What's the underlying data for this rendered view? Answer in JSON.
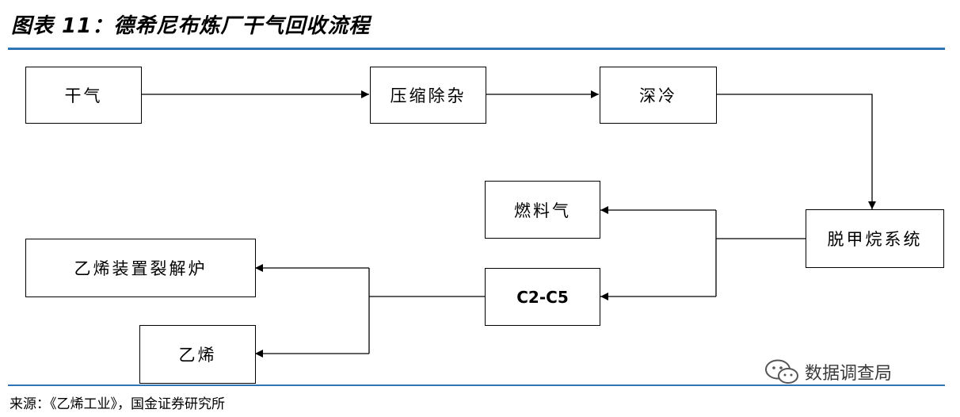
{
  "title": "图表 11：德希尼布炼厂干气回收流程",
  "source": "来源：《乙烯工业》，国金证券研究所",
  "watermark": "数据调查局",
  "nodes": {
    "dry_gas": "干气",
    "compress": "压缩除杂",
    "cryo": "深冷",
    "demethanize": "脱甲烷系统",
    "fuel_gas": "燃料气",
    "c2c5": "C2-C5",
    "cracker": "乙烯装置裂解炉",
    "ethylene": "乙烯"
  },
  "colors": {
    "rule": "#2f75b5",
    "line": "#000000"
  },
  "icons": {
    "watermark": "wechat-icon"
  }
}
